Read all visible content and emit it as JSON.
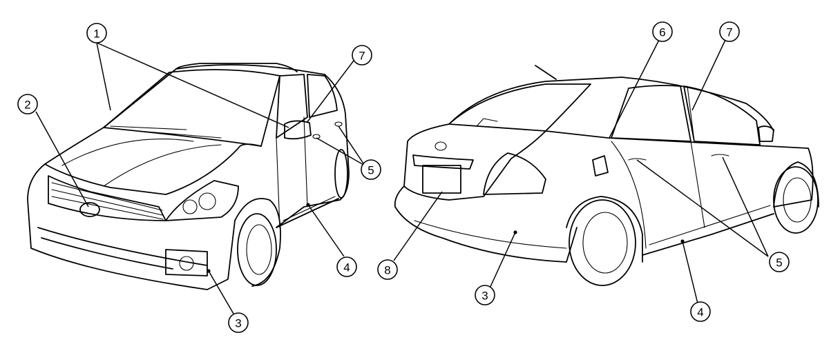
{
  "callouts": {
    "c1": "1",
    "c2": "2",
    "c3a": "3",
    "c4a": "4",
    "c5a": "5",
    "c7a": "7",
    "c6": "6",
    "c7b": "7",
    "c8": "8",
    "c3b": "3",
    "c4b": "4",
    "c5b": "5"
  }
}
